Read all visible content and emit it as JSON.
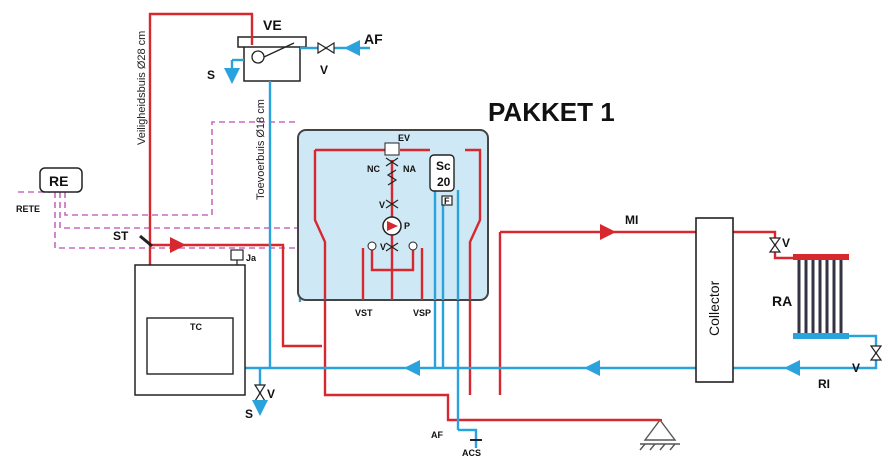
{
  "title": "PAKKET 1",
  "labels": {
    "ve": "VE",
    "af_top": "AF",
    "s_top": "S",
    "v_top": "V",
    "re": "RE",
    "rete": "RETE",
    "st": "ST",
    "ja": "Ja",
    "tc": "TC",
    "v_bottom": "V",
    "s_bottom": "S",
    "ev": "EV",
    "nc": "NC",
    "na": "NA",
    "sc": "Sc",
    "sc_num": "20",
    "f": "F",
    "v_pump_upper": "V",
    "p": "P",
    "v_pump_lower": "V",
    "vst": "VST",
    "vsp": "VSP",
    "mi": "MI",
    "collector": "Collector",
    "v_right_top": "V",
    "ra": "RA",
    "v_right_bottom": "V",
    "ri": "RI",
    "af_bottom": "AF",
    "acs": "ACS",
    "safety_pipe": "Veiligheidsbuis Ø28 cm",
    "supply_pipe": "Toevoerbuis Ø18 cm"
  },
  "colors": {
    "flow": "#d7272f",
    "return": "#2aa3dd",
    "signal": "#c86bc0",
    "panel_fill": "#cfe8f5",
    "panel_border": "#444444"
  }
}
